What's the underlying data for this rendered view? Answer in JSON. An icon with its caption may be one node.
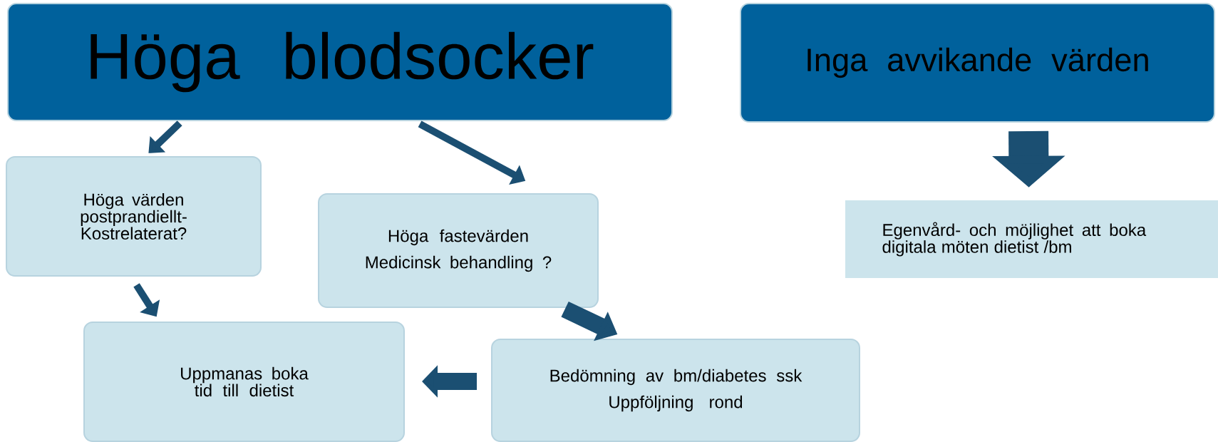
{
  "diagram": {
    "nodes": [
      {
        "text": [
          "Höga blodsocker"
        ]
      },
      {
        "text": [
          "Inga avvikande värden"
        ]
      },
      {
        "text": [
          "Höga värden postprandiellt- Kostrelaterat?"
        ]
      },
      {
        "text": [
          "Höga fastevärden",
          "Medicinsk behandling ?"
        ]
      },
      {
        "text": [
          "Uppmanas boka tid till dietist"
        ]
      },
      {
        "text": [
          "Bedömning av bm/diabetes ssk",
          "Uppföljning rond"
        ]
      },
      {
        "text": [
          "Egenvård- och möjlighet att boka digitala möten dietist /bm"
        ]
      }
    ],
    "edges": [
      {
        "from": 0,
        "to": 2,
        "arrow": "to"
      },
      {
        "from": 0,
        "to": 3,
        "arrow": "to"
      },
      {
        "from": 2,
        "to": 4,
        "arrow": "to"
      },
      {
        "from": 3,
        "to": 5,
        "arrow": "to",
        "style": "thick"
      },
      {
        "from": 5,
        "to": 4,
        "arrow": "to",
        "style": "thick"
      },
      {
        "from": 1,
        "to": 6,
        "arrow": "to",
        "style": "thick"
      }
    ]
  }
}
